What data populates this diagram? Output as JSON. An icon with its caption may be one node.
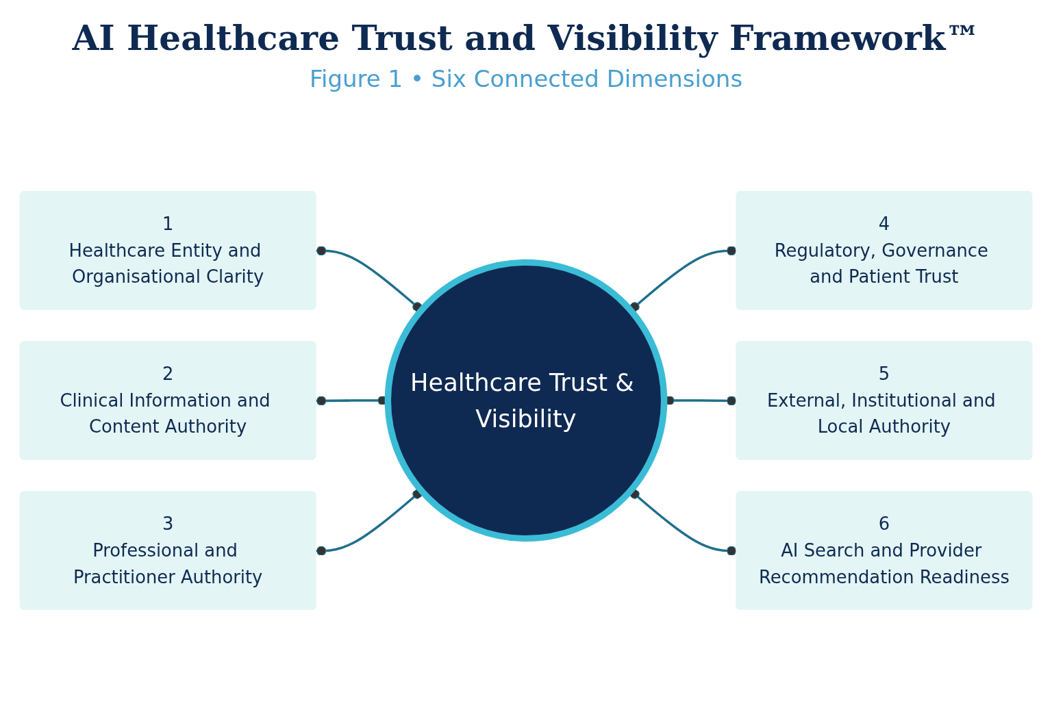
{
  "diagram": {
    "title": "AI Healthcare Trust and Visibility Framework™",
    "nodes": [
      {
        "text": [
          "Healthcare Trust & Visibility"
        ]
      },
      {
        "text": [
          "1",
          "Healthcare Entity and Organisational Clarity"
        ]
      },
      {
        "text": [
          "2",
          "Clinical Information and Content Authority"
        ]
      },
      {
        "text": [
          "3",
          "Professional and Practitioner Authority"
        ]
      },
      {
        "text": [
          "4",
          "Regulatory, Governance and Patient Trust"
        ]
      },
      {
        "text": [
          "5",
          "External, Institutional and Local Authority"
        ]
      },
      {
        "text": [
          "6",
          "AI Search and Provider Recommendation Readiness"
        ]
      }
    ],
    "edges": [
      {
        "from": 1,
        "to": 0,
        "arrow": "other"
      },
      {
        "from": 2,
        "to": 0,
        "arrow": "other"
      },
      {
        "from": 3,
        "to": 0,
        "arrow": "other"
      },
      {
        "from": 0,
        "to": 4,
        "arrow": "other"
      },
      {
        "from": 0,
        "to": 5,
        "arrow": "other"
      },
      {
        "from": 0,
        "to": 6,
        "arrow": "other"
      }
    ],
    "labels": [
      "Figure 1 • Six Connected Dimensions"
    ]
  }
}
